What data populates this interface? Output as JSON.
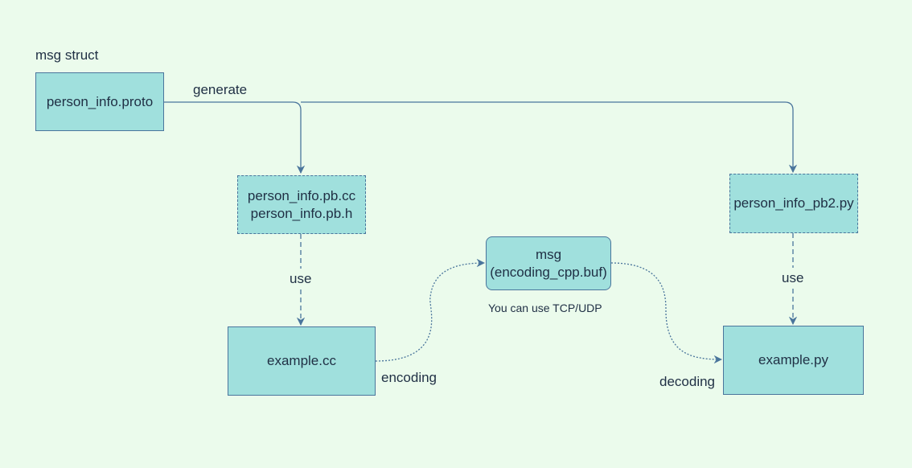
{
  "colors": {
    "background": "#ebfbec",
    "node_fill": "#a0e0dd",
    "edge": "#4a759c",
    "text": "#1f2f44"
  },
  "labels": {
    "msg_struct": "msg struct",
    "generate": "generate",
    "use_left": "use",
    "use_right": "use",
    "encoding": "encoding",
    "decoding": "decoding",
    "transport_note": "You can use TCP/UDP"
  },
  "nodes": {
    "proto": {
      "label": "person_info.proto"
    },
    "cpp_generated": {
      "line1": "person_info.pb.cc",
      "line2": "person_info.pb.h"
    },
    "py_generated": {
      "label": "person_info_pb2.py"
    },
    "message": {
      "line1": "msg",
      "line2": "(encoding_cpp.buf)"
    },
    "example_cc": {
      "label": "example.cc"
    },
    "example_py": {
      "label": "example.py"
    }
  }
}
